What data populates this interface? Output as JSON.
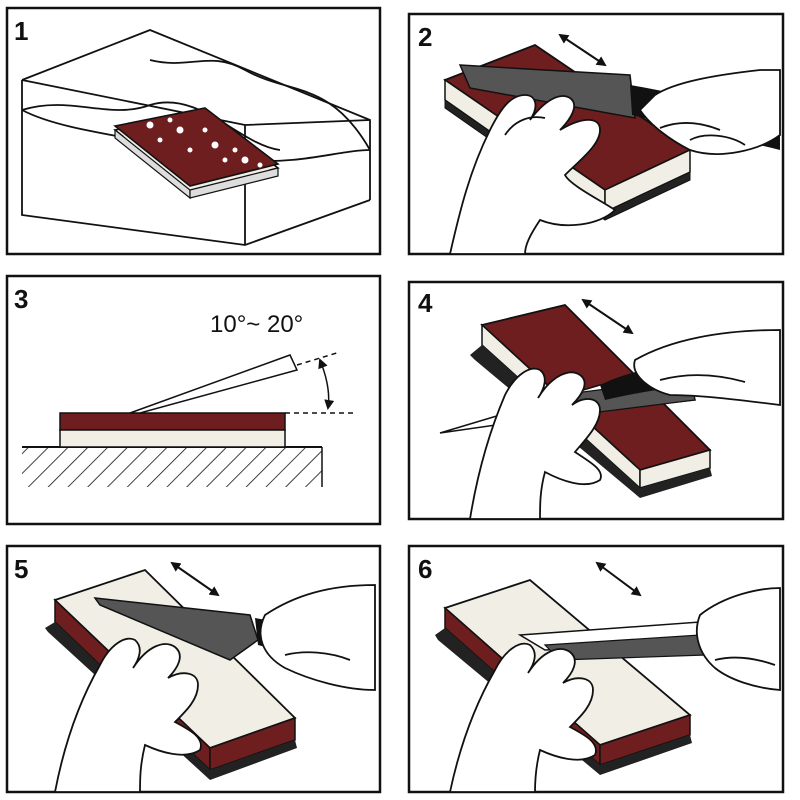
{
  "steps": [
    {
      "number": "1",
      "subject": "whetstone soaking in water"
    },
    {
      "number": "2",
      "subject": "sharpen blade tip on dark side"
    },
    {
      "number": "3",
      "subject": "blade angle on stone",
      "angle_label": "10°~ 20°"
    },
    {
      "number": "4",
      "subject": "sharpen reverse side on dark side"
    },
    {
      "number": "5",
      "subject": "sharpen on light side"
    },
    {
      "number": "6",
      "subject": "sharpen reverse side on light side"
    }
  ],
  "colors": {
    "outline": "#111111",
    "stone_dark": "#6e1e1e",
    "stone_light": "#f1eee6",
    "blade": "#555555",
    "bubble": "#ffffff",
    "background": "#ffffff",
    "hand_fill": "#ffffff"
  },
  "icons": {
    "motion": "double-arrow-icon"
  }
}
